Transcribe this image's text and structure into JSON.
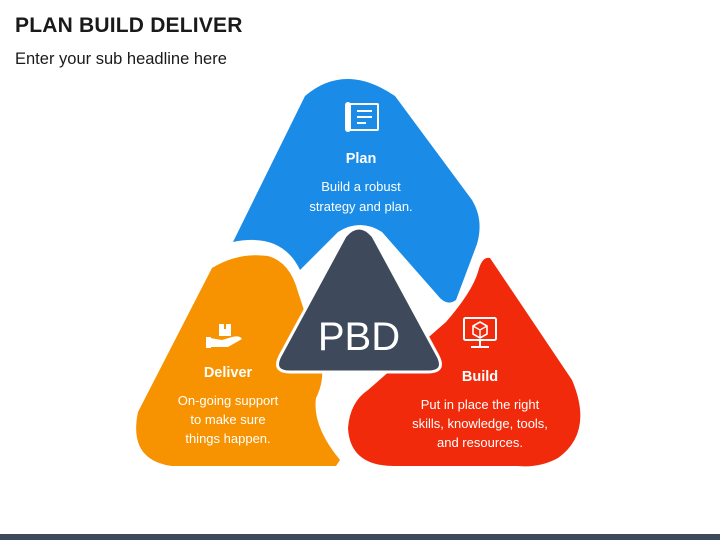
{
  "header": {
    "title": "PLAN BUILD DELIVER",
    "subtitle": "Enter your sub headline here"
  },
  "center": {
    "label": "PBD"
  },
  "segments": {
    "plan": {
      "title": "Plan",
      "desc": [
        "Build a robust",
        "strategy and plan."
      ],
      "color": "#1a8be6",
      "icon": "blueprint-icon"
    },
    "build": {
      "title": "Build",
      "desc": [
        "Put in place the right",
        "skills, knowledge, tools,",
        "and resources."
      ],
      "color": "#f02a0a",
      "icon": "monitor-cube-icon"
    },
    "deliver": {
      "title": "Deliver",
      "desc": [
        "On-going support",
        "to make sure",
        "things happen."
      ],
      "color": "#f79200",
      "icon": "delivery-hand-icon"
    }
  },
  "colors": {
    "center": "#3e4a5b",
    "bottom_bar": "#3d4a5c"
  }
}
